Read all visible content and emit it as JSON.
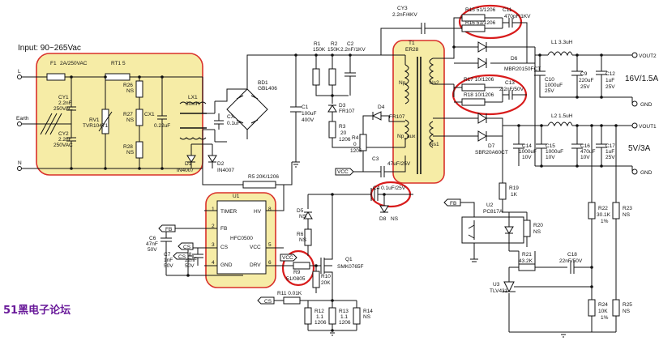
{
  "input_label": "Input: 90~265Vac",
  "forum_watermark": "51黑电子论坛",
  "nets": {
    "L": "L",
    "earth": "Earth",
    "N": "N"
  },
  "outputs": {
    "vout2": "VOUT2",
    "gnd1": "GND",
    "rating1": "16V/1.5A",
    "vout1": "VOUT1",
    "gnd2": "GND",
    "rating2": "5V/3A"
  },
  "components": {
    "F1": [
      "F1",
      "2A/250VAC"
    ],
    "RT1": [
      "RT1  5"
    ],
    "CY1": [
      "CY1",
      "2.2nF",
      "250VAC"
    ],
    "CY2": [
      "CY2",
      "2.2nF",
      "250VAC"
    ],
    "RV1": [
      "RV1",
      "TVR10471"
    ],
    "R26": [
      "R26",
      "NS"
    ],
    "R27": [
      "R27",
      "NS"
    ],
    "R28": [
      "R28",
      "NS"
    ],
    "CX1": [
      "CX1",
      "0.22uF"
    ],
    "LX1": [
      "LX1",
      "30mH"
    ],
    "CX2": [
      "CX2",
      "0.1uF"
    ],
    "D1": [
      "D1",
      "IN4007"
    ],
    "D2": [
      "D2",
      "IN4007"
    ],
    "BD1": [
      "BD1",
      "GBL406"
    ],
    "R1": [
      "R1",
      "150K"
    ],
    "R2": [
      "R2",
      "150K"
    ],
    "C2": [
      "C2",
      "2.2nF/1KV"
    ],
    "C1": [
      "C1",
      "100uF",
      "400V"
    ],
    "D3": [
      "D3",
      "FR107"
    ],
    "R3": [
      "R3",
      "20",
      "1206"
    ],
    "CY3": [
      "CY3",
      "2.2nF/4KV"
    ],
    "T1": [
      "T1",
      "ER28"
    ],
    "Np": "Np",
    "Np_aux": "Np_aux",
    "Ns2": "Ns2",
    "Ns1": "Ns1",
    "R15": [
      "R15   51/1206"
    ],
    "R16": [
      "R16   51/1206"
    ],
    "C11": [
      "C11",
      "470pF/1KV"
    ],
    "D6": [
      "D6",
      "MBR20150FCT"
    ],
    "R17": [
      "R17  10/1206"
    ],
    "R18": [
      "R18  10/1206"
    ],
    "C13": [
      "C13",
      "2.2nF/50V"
    ],
    "D7": [
      "D7",
      "SBR20A60CT"
    ],
    "L1": [
      "L1   3.3uH"
    ],
    "L2": [
      "L2   1.5uH"
    ],
    "C10": [
      "C10",
      "1000uF",
      "25V"
    ],
    "C9": [
      "C9",
      "220uF",
      "25V"
    ],
    "C12": [
      "C12",
      "1uF",
      "25V"
    ],
    "C14": [
      "C14",
      "1000uF",
      "10V"
    ],
    "C15": [
      "C15",
      "1000uF",
      "10V"
    ],
    "C16": [
      "C16",
      "470uF",
      "10V"
    ],
    "C17": [
      "C17",
      "1uF",
      "25V"
    ],
    "D4": [
      "D4",
      "FR107"
    ],
    "R4": [
      "R4",
      "0",
      "1206"
    ],
    "C3": [
      "C3",
      "47uF/25V"
    ],
    "C4": [
      "C4   0.1uF/25V"
    ],
    "D8": [
      "D8",
      "NS"
    ],
    "R19": [
      "R19",
      "1K"
    ],
    "U2": [
      "U2",
      "PC817A"
    ],
    "R20": [
      "R20",
      "NS"
    ],
    "R21": [
      "R21",
      "43.2K"
    ],
    "C18": [
      "C18",
      "22nF/50V"
    ],
    "R22": [
      "R22",
      "30.1K",
      "1%"
    ],
    "R23": [
      "R23",
      "NS"
    ],
    "U3": [
      "U3",
      "TLV431"
    ],
    "R24": [
      "R24",
      "10K",
      "1%"
    ],
    "R25": [
      "R25",
      "NS"
    ],
    "U1": [
      "U1",
      "HFC0500"
    ],
    "R5": [
      "R5   20K/1206"
    ],
    "C6": [
      "C6",
      "47nF",
      "50V"
    ],
    "C7": [
      "C7",
      "1nF",
      "50V"
    ],
    "C8": [
      "C8",
      "22nF",
      "50V"
    ],
    "D5": [
      "D5",
      "NS"
    ],
    "R6": [
      "R6",
      "NS"
    ],
    "R9": [
      "R9",
      "51/0805"
    ],
    "R10": [
      "R10",
      "20K"
    ],
    "Q1": [
      "Q1",
      "SMK0765F"
    ],
    "R11": [
      "R11   0.01K"
    ],
    "R12": [
      "R12",
      "1.1",
      "1206"
    ],
    "R13": [
      "R13",
      "1.1",
      "1206"
    ],
    "R14": [
      "R14",
      "NS"
    ]
  },
  "u1_pins": [
    "TIMER",
    "FB",
    "CS",
    "GND",
    "HV",
    "VCC",
    "DRV"
  ],
  "u1_pin_numbers": [
    "1",
    "2",
    "3",
    "4",
    "8",
    "5",
    "6"
  ],
  "net_flags": [
    "FB",
    "CS",
    "CS",
    "VCC",
    "VCC",
    "FB",
    "CS"
  ],
  "colors": {
    "highlight_fill": "#f6eca6",
    "highlight_stroke": "#d9302a",
    "ring": "#d81b1b",
    "forum": "#6a1b9a"
  }
}
